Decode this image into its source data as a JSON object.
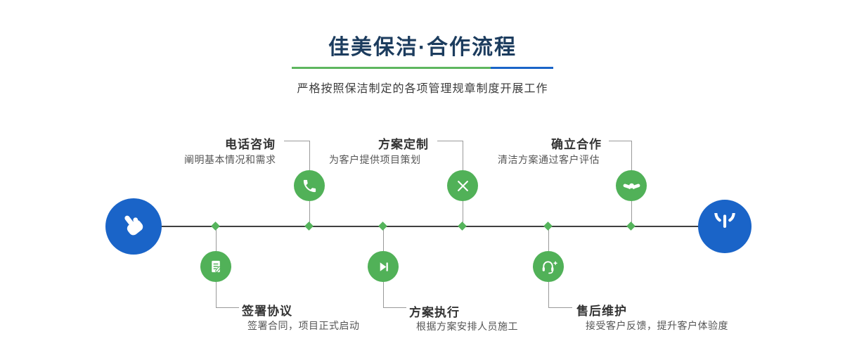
{
  "header": {
    "title": "佳美保洁·合作流程",
    "subtitle": "严格按照保洁制定的各项管理规章制度开展工作"
  },
  "colors": {
    "title_navy": "#1c3c5e",
    "accent_green": "#51b158",
    "accent_blue": "#1a64c8",
    "timeline_dark": "#3f3f3f",
    "connector_gray": "#9a9a9a"
  },
  "timeline": {
    "start_icon": "pointing-hand-icon",
    "end_icon": "power-icon",
    "steps_top": [
      {
        "title": "电话咨询",
        "desc": "阐明基本情况和需求",
        "icon": "phone-icon"
      },
      {
        "title": "方案定制",
        "desc": "为客户提供项目策划",
        "icon": "design-tools-icon"
      },
      {
        "title": "确立合作",
        "desc": "清洁方案通过客户评估",
        "icon": "handshake-icon"
      }
    ],
    "steps_bottom": [
      {
        "title": "签署协议",
        "desc": "签署合同，项目正式启动",
        "icon": "sign-document-icon"
      },
      {
        "title": "方案执行",
        "desc": "根据方案安排人员施工",
        "icon": "play-icon"
      },
      {
        "title": "售后维护",
        "desc": "接受客户反馈，提升客户体验度",
        "icon": "headset-icon"
      }
    ]
  }
}
